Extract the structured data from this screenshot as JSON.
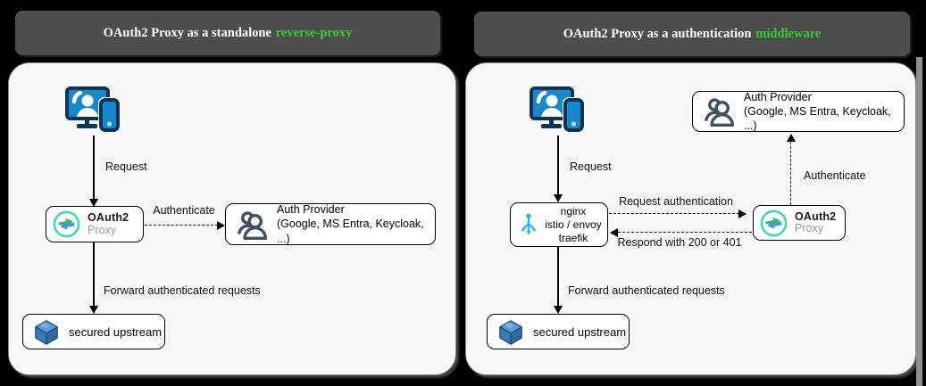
{
  "left_panel": {
    "title": {
      "prefix": "OAuth2 Proxy as a standalone",
      "highlight": "reverse-proxy"
    },
    "edges": {
      "request": "Request",
      "authenticate": "Authenticate",
      "forward": "Forward authenticated requests"
    },
    "oauth2_proxy": {
      "name": "OAuth2",
      "sub": "Proxy"
    },
    "auth_provider": {
      "name": "Auth Provider",
      "providers": "(Google, MS Entra, Keycloak, ...)"
    },
    "secured_upstream": {
      "label": "secured upstream"
    }
  },
  "right_panel": {
    "title": {
      "prefix": "OAuth2 Proxy as a authentication",
      "highlight": "middleware"
    },
    "edges": {
      "request": "Request",
      "request_authentication": "Request authentication",
      "respond": "Respond with 200 or 401",
      "authenticate": "Authenticate",
      "forward": "Forward authenticated requests"
    },
    "ingress": {
      "line1": "nginx",
      "line2": "istio / envoy",
      "line3": "traefik"
    },
    "oauth2_proxy": {
      "name": "OAuth2",
      "sub": "Proxy"
    },
    "auth_provider": {
      "name": "Auth Provider",
      "providers": "(Google, MS Entra, Keycloak, ...)"
    },
    "secured_upstream": {
      "label": "secured upstream"
    }
  },
  "colors": {
    "title_bar_bg": "#4d4d4d",
    "title_highlight": "#33cc33",
    "panel_bg": "#f7f7f7",
    "device_blue": "#1788c9",
    "device_navy": "#0e3355",
    "users_slate": "#3b5266",
    "loadbalancer_blue": "#29b6f2",
    "oauth_ring_teal": "#3fd6b5",
    "oauth_arrow_green": "#2ebd66",
    "oauth_arrow_blue": "#4f8ee8",
    "cube_top": "#5b9bd5",
    "cube_left": "#3d7ab8",
    "cube_right": "#2e6da4"
  }
}
